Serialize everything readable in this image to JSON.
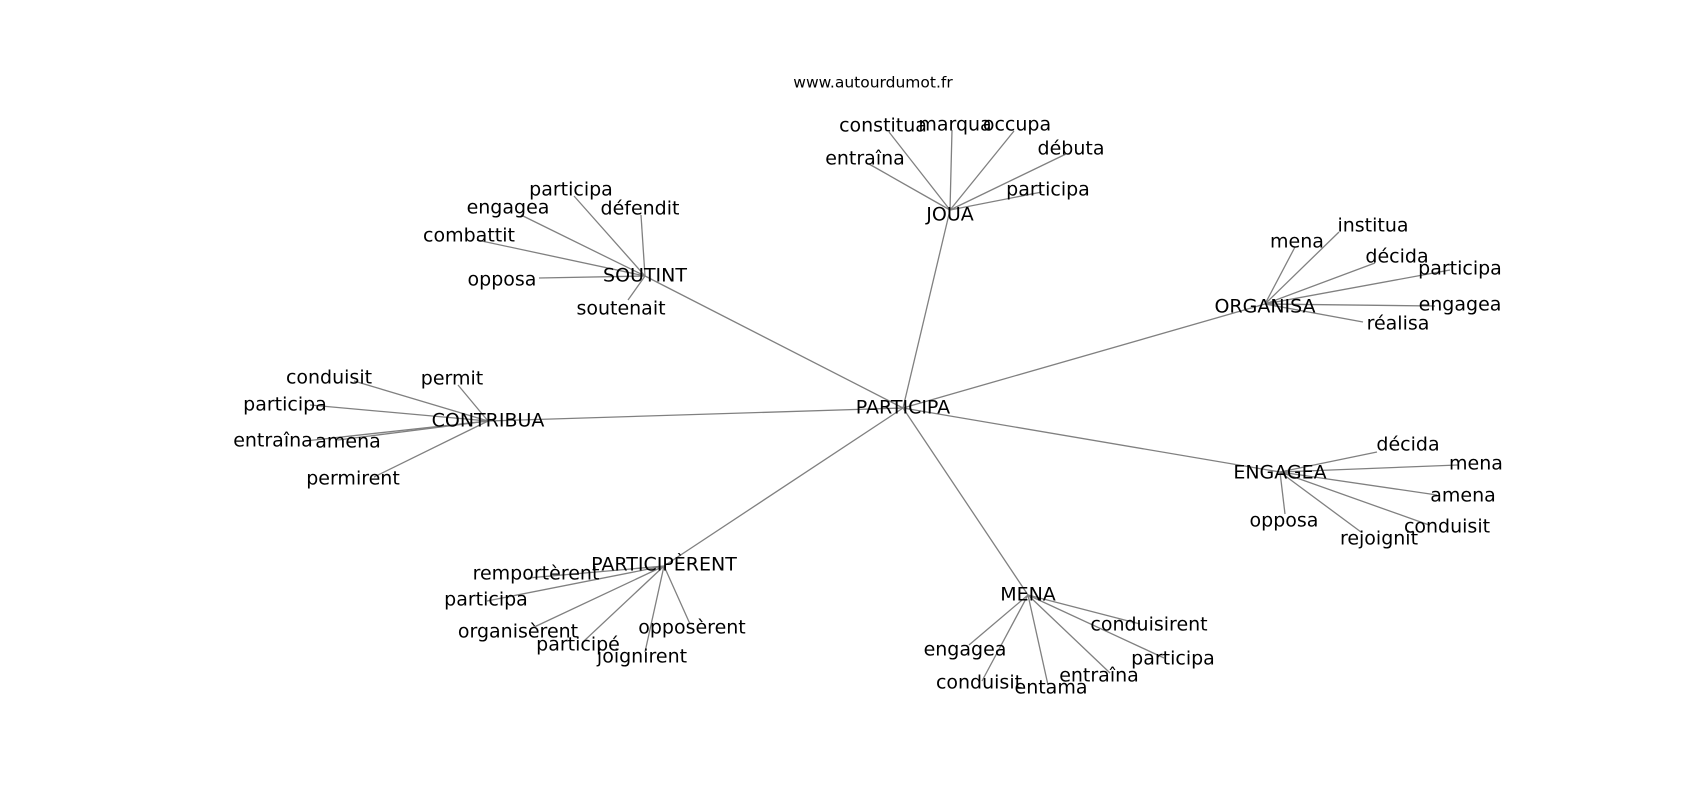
{
  "watermark": "www.autourdumot.fr",
  "center": "PARTICIPA",
  "groups": [
    {
      "hub": "JOUA",
      "leaves": [
        "entraîna",
        "constitua",
        "marqua",
        "occupa",
        "débuta",
        "participa"
      ]
    },
    {
      "hub": "SOUTINT",
      "leaves": [
        "participa",
        "engagea",
        "défendit",
        "combattit",
        "opposa",
        "soutenait"
      ]
    },
    {
      "hub": "ORGANISA",
      "leaves": [
        "mena",
        "institua",
        "décida",
        "participa",
        "engagea",
        "réalisa"
      ]
    },
    {
      "hub": "CONTRIBUA",
      "leaves": [
        "conduisit",
        "permit",
        "participa",
        "entraîna",
        "amena",
        "permirent"
      ]
    },
    {
      "hub": "ENGAGEA",
      "leaves": [
        "décida",
        "mena",
        "amena",
        "conduisit",
        "opposa",
        "rejoignit"
      ]
    },
    {
      "hub": "PARTICIPÈRENT",
      "leaves": [
        "remportèrent",
        "participa",
        "organisèrent",
        "participé",
        "joignirent",
        "opposèrent"
      ]
    },
    {
      "hub": "MENA",
      "leaves": [
        "conduisirent",
        "participa",
        "entraîna",
        "entama",
        "conduisit",
        "engagea"
      ]
    }
  ]
}
